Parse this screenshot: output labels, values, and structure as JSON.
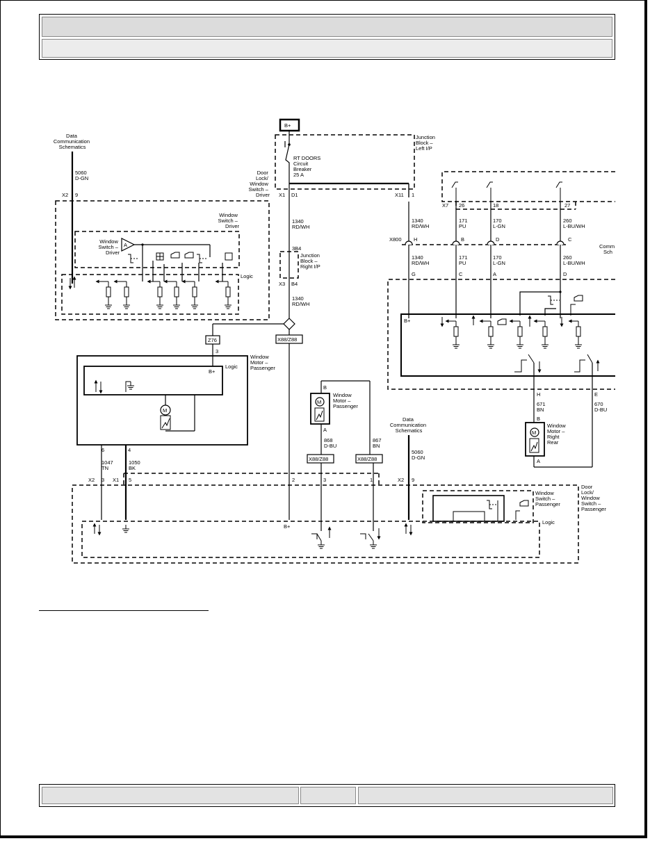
{
  "labels": {
    "bplus_box": "B+",
    "jb_left": [
      "Junction",
      "Block –",
      "Left I/P"
    ],
    "breaker": [
      "RT DOORS",
      "Circuit",
      "Breaker",
      "25 A"
    ],
    "door_lock_switch_driver": [
      "Door",
      "Lock/",
      "Window",
      "Switch –",
      "Driver"
    ],
    "x1": "X1",
    "d1": "D1",
    "x11": "X11",
    "one": "1",
    "data_comm_left": [
      "Data",
      "Communication",
      "Schematics"
    ],
    "w5060a": [
      "5060",
      "D-GN"
    ],
    "x2a": "X2",
    "nine_a": "9",
    "window_switch_driver_box": [
      "Window",
      "Switch –",
      "Driver"
    ],
    "window_switch_driver_amp": [
      "Window",
      "Switch –",
      "Driver"
    ],
    "amp_a": "A",
    "logic_a": "Logic",
    "w1340a": [
      "1340",
      "RD/WH"
    ],
    "jb_right": [
      "Junction",
      "Block –",
      "Right I/P"
    ],
    "x3": "X3",
    "b4": "B4",
    "b4_top": "3B4",
    "w1340b": [
      "1340",
      "RD/WH"
    ],
    "z76": "Z76",
    "x88_top": "X88/Z88",
    "three_z": "3",
    "motor_pass_top": [
      "Window",
      "Motor –",
      "Passenger"
    ],
    "logic_b": "Logic",
    "bplus_b": "B+",
    "m_a": "M",
    "w1047": [
      "1047",
      "TN"
    ],
    "w1050": [
      "1050",
      "BK"
    ],
    "six": "6",
    "four": "4",
    "x2b": "X2",
    "three_b": "3",
    "x1b": "X1",
    "five": "5",
    "motor_pass_mid": [
      "Window",
      "Motor –",
      "Passenger"
    ],
    "m_b": "M",
    "pin_b": "B",
    "pin_a": "A",
    "w868": [
      "868",
      "D-BU"
    ],
    "w867": [
      "867",
      "BN"
    ],
    "x88_a": "X88/Z88",
    "x88_b": "X88/Z88",
    "two": "2",
    "three_c": "3",
    "one_c": "1",
    "data_comm_mid": [
      "Data",
      "Communication",
      "Schematics"
    ],
    "w5060b": [
      "5060",
      "D-GN"
    ],
    "x2c": "X2",
    "nine_c": "9",
    "door_lock_switch_pass": [
      "Door",
      "Lock/",
      "Window",
      "Switch –",
      "Passenger"
    ],
    "window_switch_pass": [
      "Window",
      "Switch –",
      "Passenger"
    ],
    "bplus_c": "B+",
    "logic_c": "Logic",
    "x800": "X800",
    "w1340c": [
      "1340",
      "RD/WH"
    ],
    "w1340d": [
      "1340",
      "RD/WH"
    ],
    "pin_h": "H",
    "pin_g": "G",
    "x7": "X7",
    "p26": "26",
    "p18": "18",
    "p27": "27",
    "w171a": [
      "171",
      "PU"
    ],
    "w170a": [
      "170",
      "L-GN"
    ],
    "w260a": [
      "260",
      "L-BU/WH"
    ],
    "pin_b2": "B",
    "pin_d2": "D",
    "pin_c2": "C",
    "w171b": [
      "171",
      "PU"
    ],
    "w170b": [
      "170",
      "L-GN"
    ],
    "w260b": [
      "260",
      "L-BU/WH"
    ],
    "pin_c3": "C",
    "pin_a3": "A",
    "pin_d3": "D",
    "comm_partial": [
      "Comm",
      "Sch"
    ],
    "bplus_d": "B+",
    "pin_h2": "H",
    "pin_e2": "E",
    "w671": [
      "671",
      "BN"
    ],
    "w670": [
      "670",
      "D-BU"
    ],
    "pin_b4": "B",
    "motor_right_rear": [
      "Window",
      "Motor –",
      "Right",
      "Rear"
    ],
    "m_c": "M",
    "pin_a4": "A"
  },
  "icons": [
    "ground-icon",
    "arrow-up-icon",
    "arrow-down-icon",
    "window-icon",
    "motor-icon",
    "switch-icon",
    "amplifier-icon"
  ]
}
